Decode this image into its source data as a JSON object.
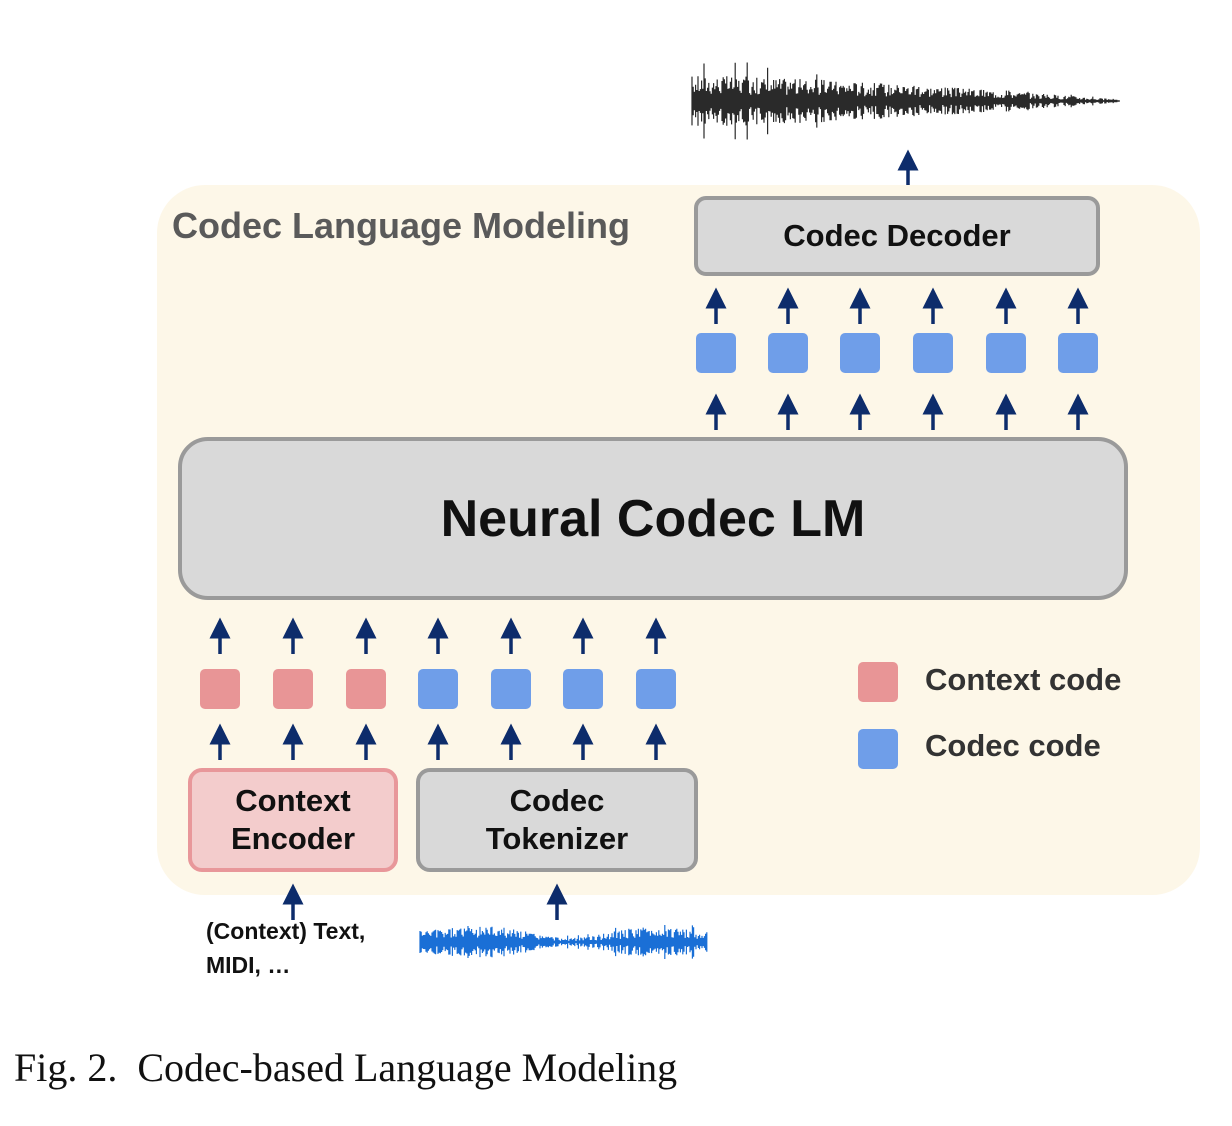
{
  "panel": {
    "title": "Codec Language Modeling"
  },
  "codec_decoder": {
    "label": "Codec Decoder"
  },
  "neural_codec_lm": {
    "label": "Neural Codec LM"
  },
  "context_encoder": {
    "line1": "Context",
    "line2": "Encoder"
  },
  "codec_tokenizer": {
    "line1": "Codec",
    "line2": "Tokenizer"
  },
  "input": {
    "line1": "(Context) Text,",
    "line2": "MIDI, …"
  },
  "legend": {
    "context_code": "Context code",
    "codec_code": "Codec code"
  },
  "caption": {
    "fig_num": "Fig. 2.",
    "text": "Codec-based Language Modeling"
  },
  "colors": {
    "context_code": "#e89596",
    "codec_code": "#6f9ee9",
    "arrow": "#0d2c6b",
    "output_wave": "#2a2a2a",
    "input_wave": "#1a6fd6",
    "panel": "#fdf7e8"
  }
}
